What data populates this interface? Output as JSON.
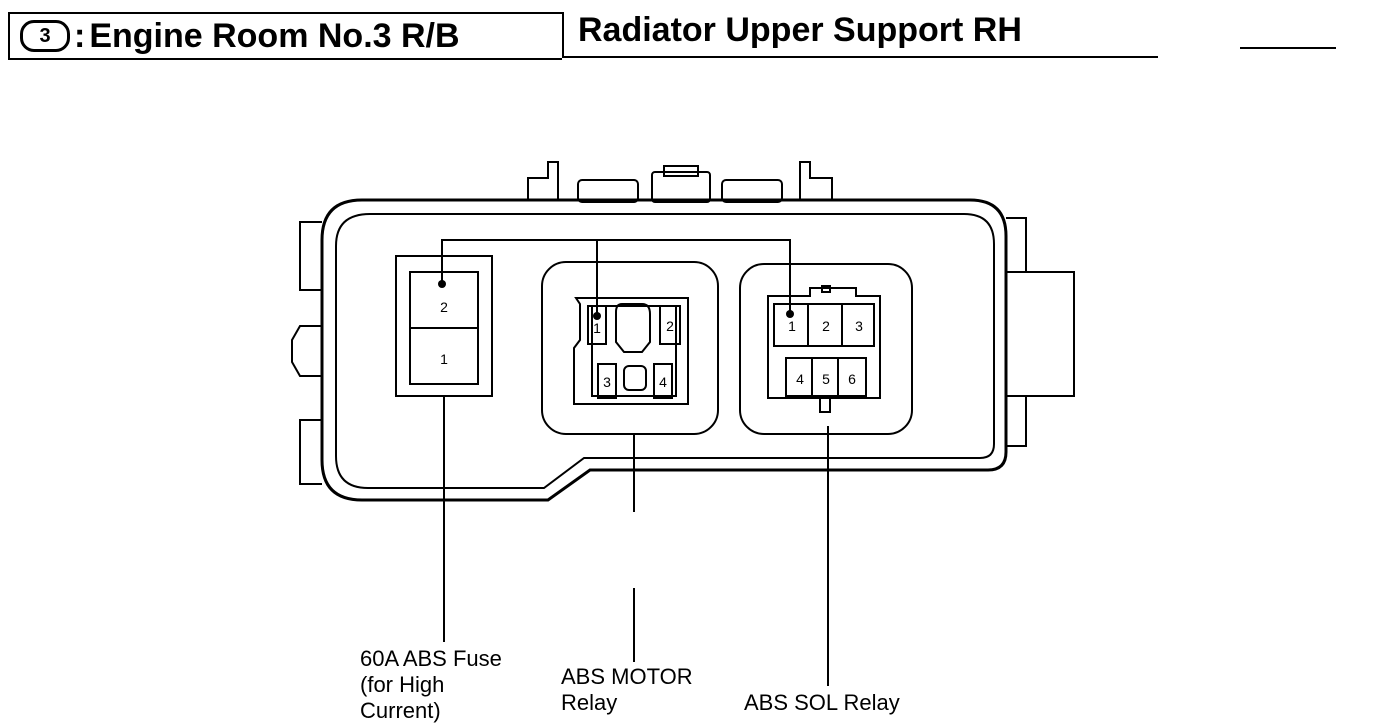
{
  "header": {
    "circle_number": "3",
    "separator": ":",
    "left_title": "Engine Room No.3 R/B",
    "right_title": "Radiator Upper Support RH"
  },
  "fuse": {
    "terminals": [
      "2",
      "1"
    ]
  },
  "motor_relay": {
    "terminals": [
      "1",
      "2",
      "3",
      "4"
    ]
  },
  "sol_relay": {
    "terminals": [
      "1",
      "2",
      "3",
      "4",
      "5",
      "6"
    ]
  },
  "labels": {
    "fuse_line1": "60A ABS Fuse",
    "fuse_line2": "(for High",
    "fuse_line3": "Current)",
    "motor_line1": "ABS MOTOR",
    "motor_line2": "Relay",
    "sol_line1": "ABS SOL Relay"
  }
}
